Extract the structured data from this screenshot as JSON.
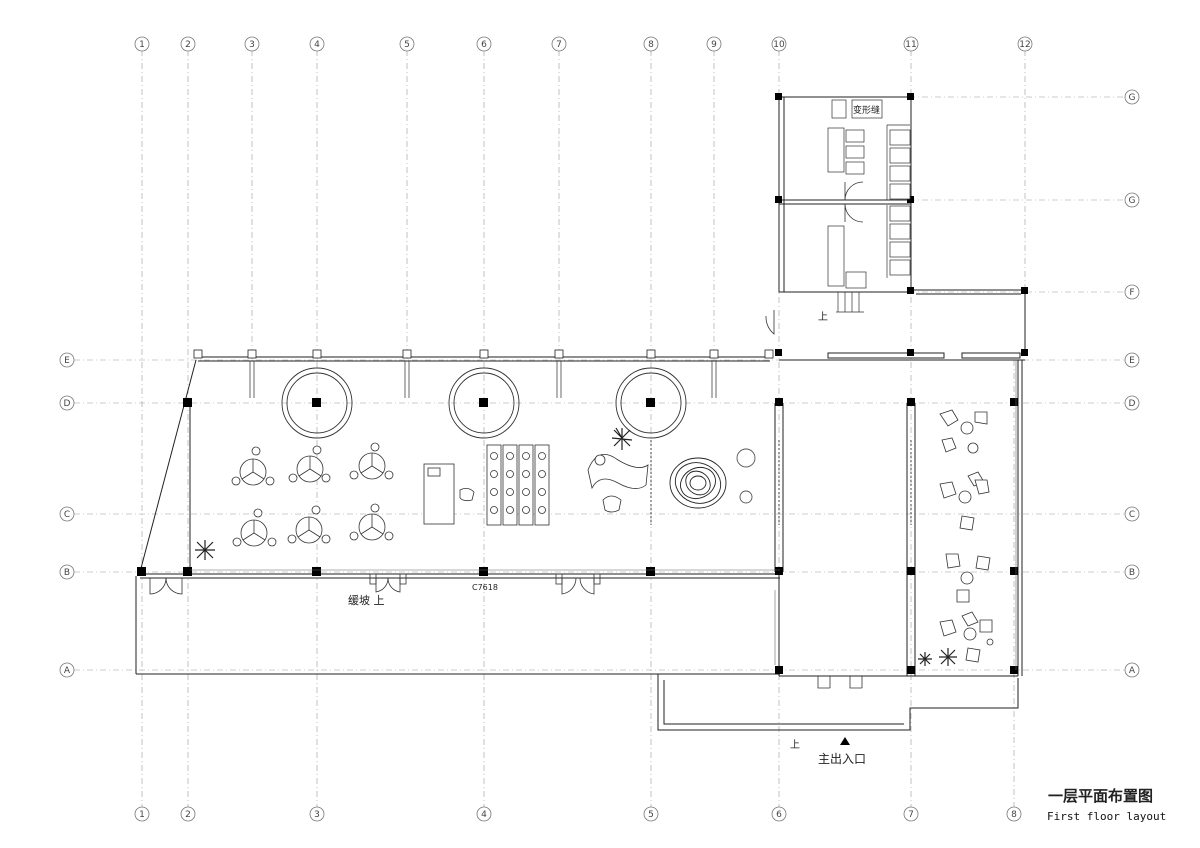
{
  "title": {
    "cn": "一层平面布置图",
    "en": "First floor layout"
  },
  "top_axes": [
    "1",
    "2",
    "3",
    "4",
    "5",
    "6",
    "7",
    "8",
    "9",
    "10",
    "11",
    "12"
  ],
  "bottom_axes": [
    "1",
    "2",
    "3",
    "4",
    "5",
    "6",
    "7",
    "8"
  ],
  "left_axes": [
    "E",
    "D",
    "C",
    "B",
    "A"
  ],
  "right_axes": [
    "G",
    "G",
    "F",
    "E",
    "D",
    "C",
    "B",
    "A"
  ],
  "annotations": {
    "ramp": "缓坡 上",
    "window_code": "C7618",
    "up_stair": "上",
    "up_entrance": "上",
    "entrance": "主出入口",
    "expansion_joint": "变形缝"
  },
  "colors": {
    "line": "#222222",
    "grid": "#9a9a9a",
    "column": "#000000"
  }
}
